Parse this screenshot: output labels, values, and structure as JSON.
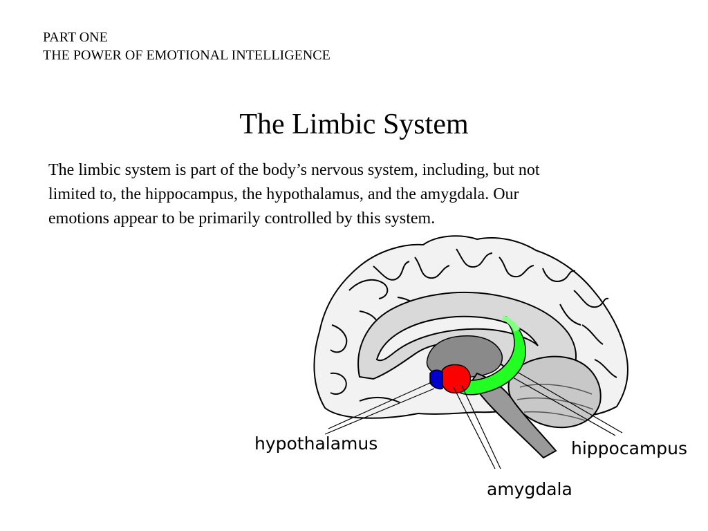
{
  "header": {
    "line1": "PART ONE",
    "line2": "THE POWER OF EMOTIONAL INTELLIGENCE"
  },
  "title": "The Limbic System",
  "body": "The limbic system is part of the body’s nervous system, including, but not\nlimited to, the hippocampus, the hypothalamus, and the amygdala.  Our\nemotions appear to be primarily controlled by this system.",
  "diagram": {
    "labels": {
      "hypothalamus": "hypothalamus",
      "hippocampus": "hippocampus",
      "amygdala": "amygdala"
    },
    "colors": {
      "hypothalamus": "#0000cc",
      "amygdala": "#ff0000",
      "hippocampus": "#22ff22",
      "cortex": "#f2f2f2",
      "inner": "#d9d9d9",
      "brainstem": "#9a9a9a"
    }
  }
}
